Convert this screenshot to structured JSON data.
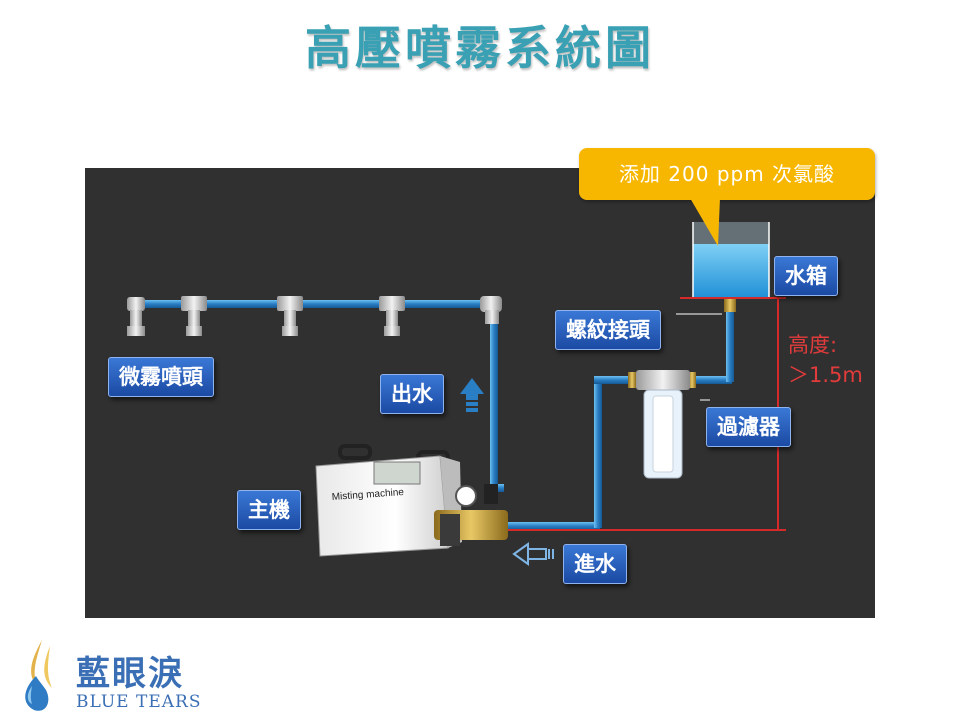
{
  "title": "高壓噴霧系統圖",
  "callout": "添加 200 ppm 次氯酸",
  "labels": {
    "nozzle": "微霧噴頭",
    "water_out": "出水",
    "main_unit": "主機",
    "water_in": "進水",
    "threaded_joint": "螺紋接頭",
    "filter": "過濾器",
    "water_tank": "水箱"
  },
  "height_note": {
    "label": "高度:",
    "value": "＞1.5m"
  },
  "machine_text": "Misting machine",
  "logo": {
    "name_cn": "藍眼淚",
    "name_en": "BLUE TEARS"
  },
  "colors": {
    "title": "#3aa1b4",
    "pipe": "#2a7ec4",
    "label_bg": "#2a5fc0",
    "callout_bg": "#f7b700",
    "height_line": "#d42a2a"
  }
}
